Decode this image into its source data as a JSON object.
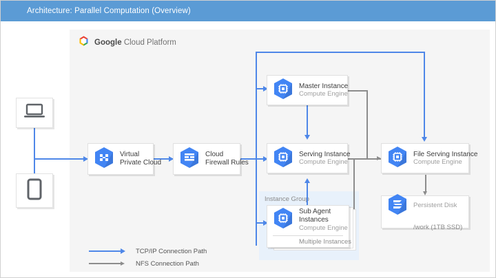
{
  "titlebar": {
    "title": "Architecture: Parallel Computation (Overview)"
  },
  "panel": {
    "brand_bold": "Google",
    "brand_rest": " Cloud Platform",
    "logo_icon": "google-cloud-hexagon-logo"
  },
  "devices": [
    {
      "name": "laptop",
      "icon": "laptop-icon"
    },
    {
      "name": "mobile",
      "icon": "mobile-device-icon"
    }
  ],
  "nodes": {
    "vpc": {
      "title": "Virtual\nPrivate Cloud",
      "line1": "Virtual",
      "line2": "Private Cloud",
      "icon": "virtual-private-cloud-hexagon-icon"
    },
    "firewall": {
      "line1": "Cloud",
      "line2": "Firewall Rules",
      "icon": "cloud-firewall-rules-hexagon-icon"
    },
    "master": {
      "line1": "Master Instance",
      "line2": "Compute Engine",
      "icon": "compute-engine-hexagon-icon"
    },
    "serving": {
      "line1": "Serving Instance",
      "line2": "Compute Engine",
      "icon": "compute-engine-hexagon-icon"
    },
    "file_serving": {
      "line1": "File Serving Instance",
      "line2": "Compute Engine",
      "icon": "compute-engine-hexagon-icon"
    },
    "persistent_disk": {
      "line1": "Persistent Disk",
      "line2": "/work (1TB SSD)",
      "icon": "persistent-disk-hexagon-icon"
    },
    "sub_agent": {
      "line1": "Sub Agent",
      "line1b": "Instances",
      "line2": "Compute Engine",
      "line3": "Multiple Instances",
      "icon": "compute-engine-hexagon-icon"
    }
  },
  "instance_group": {
    "label": "Instance Group"
  },
  "legend": {
    "items": [
      {
        "label": "TCP/IP Connection Path",
        "color": "#4e87e8",
        "style": "blue-arrow"
      },
      {
        "label": "NFS Connection Path",
        "color": "#8c8c8c",
        "style": "gray-arrow"
      }
    ]
  },
  "colors": {
    "titlebar_blue": "#5b9bd5",
    "panel_gray": "#f5f5f5",
    "hex_blue": "#4285f4",
    "tcp_blue": "#4e87e8",
    "nfs_gray": "#8c8c8c",
    "group_blue": "#e8f1fb"
  }
}
